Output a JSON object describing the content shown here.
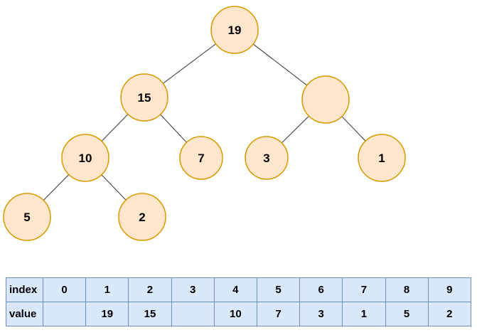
{
  "tree": {
    "nodes": [
      {
        "id": "root",
        "label": "19"
      },
      {
        "id": "left",
        "label": "15"
      },
      {
        "id": "right",
        "label": ""
      },
      {
        "id": "left-left",
        "label": "10"
      },
      {
        "id": "left-right",
        "label": "7"
      },
      {
        "id": "right-left",
        "label": "3"
      },
      {
        "id": "right-right",
        "label": "1"
      },
      {
        "id": "ll-left",
        "label": "5"
      },
      {
        "id": "ll-right",
        "label": "2"
      }
    ]
  },
  "table": {
    "row_labels": [
      "index",
      "value"
    ],
    "indices": [
      "0",
      "1",
      "2",
      "3",
      "4",
      "5",
      "6",
      "7",
      "8",
      "9"
    ],
    "values": [
      "",
      "19",
      "15",
      "",
      "10",
      "7",
      "3",
      "1",
      "5",
      "2"
    ]
  },
  "colors": {
    "background": "#FFFFFF",
    "node_fill": "#FFE6CC",
    "node_stroke": "#D79B00",
    "edge_stroke": "#333333",
    "table_fill": "#DAE8FC",
    "table_stroke": "#6C8EBF",
    "text": "#000000"
  }
}
